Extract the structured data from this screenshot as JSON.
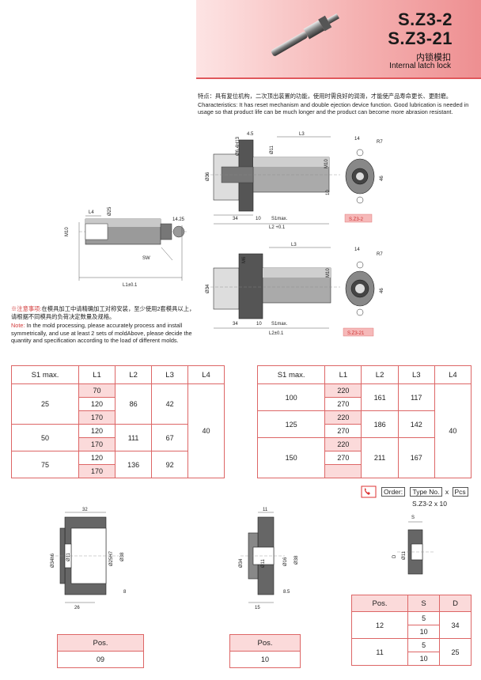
{
  "header": {
    "code1": "S.Z3-2",
    "code2": "S.Z3-21",
    "cn_title": "内锁模扣",
    "en_title": "Internal latch lock"
  },
  "description": {
    "cn": "特点：具有复位机构，二次顶出装置的功能，使用时需良好的润滑，才能使产品寿命更长、更耐磨。",
    "en": "Characteristics: It has reset mechanism and double ejection device function. Good lubrication is needed in usage so that product life can be much longer and the product can become more abrasion resistant."
  },
  "note": {
    "cn_label": "※注意事项:",
    "cn": "在模具加工中请精确加工对称安装，至少使用2套模具以上，请根据不同模具的负荷决定数量及规格。",
    "en_label": "Note:",
    "en": "In the mold processing, please accurately process and install symmetrically, and use at least 2 sets of moldAbove, please decide the quantity and specification according to the load of different molds."
  },
  "drawings": {
    "main": {
      "l4": "L4",
      "d": "Ø25",
      "m": "M10",
      "d2": "14.25",
      "sw": "SW",
      "l1": "L1±0.1"
    },
    "top": {
      "d45": "4.5",
      "dh": "Ø6,4H13",
      "l3": "L3",
      "d11": "Ø11",
      "m10": "M10",
      "d36": "Ø36",
      "d34": "34",
      "d10": "10",
      "s1": "S1max.",
      "l2": "L2 +0.1",
      "l10": "10",
      "w14": "14",
      "r7": "R7",
      "h46": "46",
      "label": "S.Z3-2"
    },
    "bot": {
      "m6": "M6",
      "l3": "L3",
      "m10": "M10",
      "d34": "Ø34",
      "d34b": "34",
      "d10": "10",
      "s1": "S1max.",
      "l2": "L2±0.1",
      "w14": "14",
      "r7": "R7",
      "h46": "46",
      "label": "S.Z3-21"
    }
  },
  "table_left": {
    "headers": [
      "S1 max.",
      "L1",
      "L2",
      "L3",
      "L4"
    ],
    "groups": [
      {
        "s1": "25",
        "l1": [
          "70",
          "120",
          "170"
        ],
        "l2": "86",
        "l3": "42"
      },
      {
        "s1": "50",
        "l1": [
          "120",
          "170"
        ],
        "l2": "111",
        "l3": "67"
      },
      {
        "s1": "75",
        "l1": [
          "120",
          "170"
        ],
        "l2": "136",
        "l3": "92"
      }
    ],
    "l4": "40"
  },
  "table_right": {
    "headers": [
      "S1 max.",
      "L1",
      "L2",
      "L3",
      "L4"
    ],
    "groups": [
      {
        "s1": "100",
        "l1": [
          "220",
          "270"
        ],
        "l2": "161",
        "l3": "117"
      },
      {
        "s1": "125",
        "l1": [
          "220",
          "270"
        ],
        "l2": "186",
        "l3": "142"
      },
      {
        "s1": "150",
        "l1": [
          "220",
          "270",
          ""
        ],
        "l2": "211",
        "l3": "167"
      }
    ],
    "l4": "40"
  },
  "order": {
    "order": "Order:",
    "type": "Type No.",
    "x": "x",
    "pcs": "Pcs",
    "example": "S.Z3-2 x 10"
  },
  "parts": {
    "p09": {
      "w32": "32",
      "d34": "Ø34h6",
      "d11": "Ø11",
      "d25": "Ø25H7",
      "d38": "Ø38",
      "d8": "8",
      "l26": "26",
      "header": "Pos.",
      "value": "09"
    },
    "p10": {
      "w11": "11",
      "d34": "Ø34",
      "d11": "Ø11",
      "d16": "Ø16",
      "d38": "Ø38",
      "d85": "8.5",
      "l15": "15",
      "header": "Pos.",
      "value": "10"
    },
    "p11": {
      "s": "S",
      "d": "D",
      "d11": "Ø11"
    }
  },
  "pos_table": {
    "headers": [
      "Pos.",
      "S",
      "D"
    ],
    "rows": [
      {
        "pos": "12",
        "s": [
          "5",
          "10"
        ],
        "d": "34"
      },
      {
        "pos": "11",
        "s": [
          "5",
          "10"
        ],
        "d": "25"
      }
    ]
  }
}
